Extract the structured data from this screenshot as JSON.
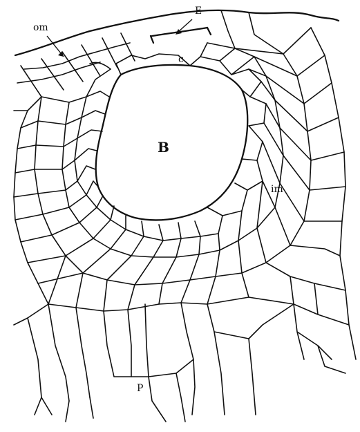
{
  "figure": {
    "labels": {
      "om": "om",
      "E": "E",
      "c": "c",
      "B": "B",
      "im": "im",
      "P": "P"
    },
    "colors": {
      "ink": "#111111",
      "paper": "#ffffff"
    }
  }
}
